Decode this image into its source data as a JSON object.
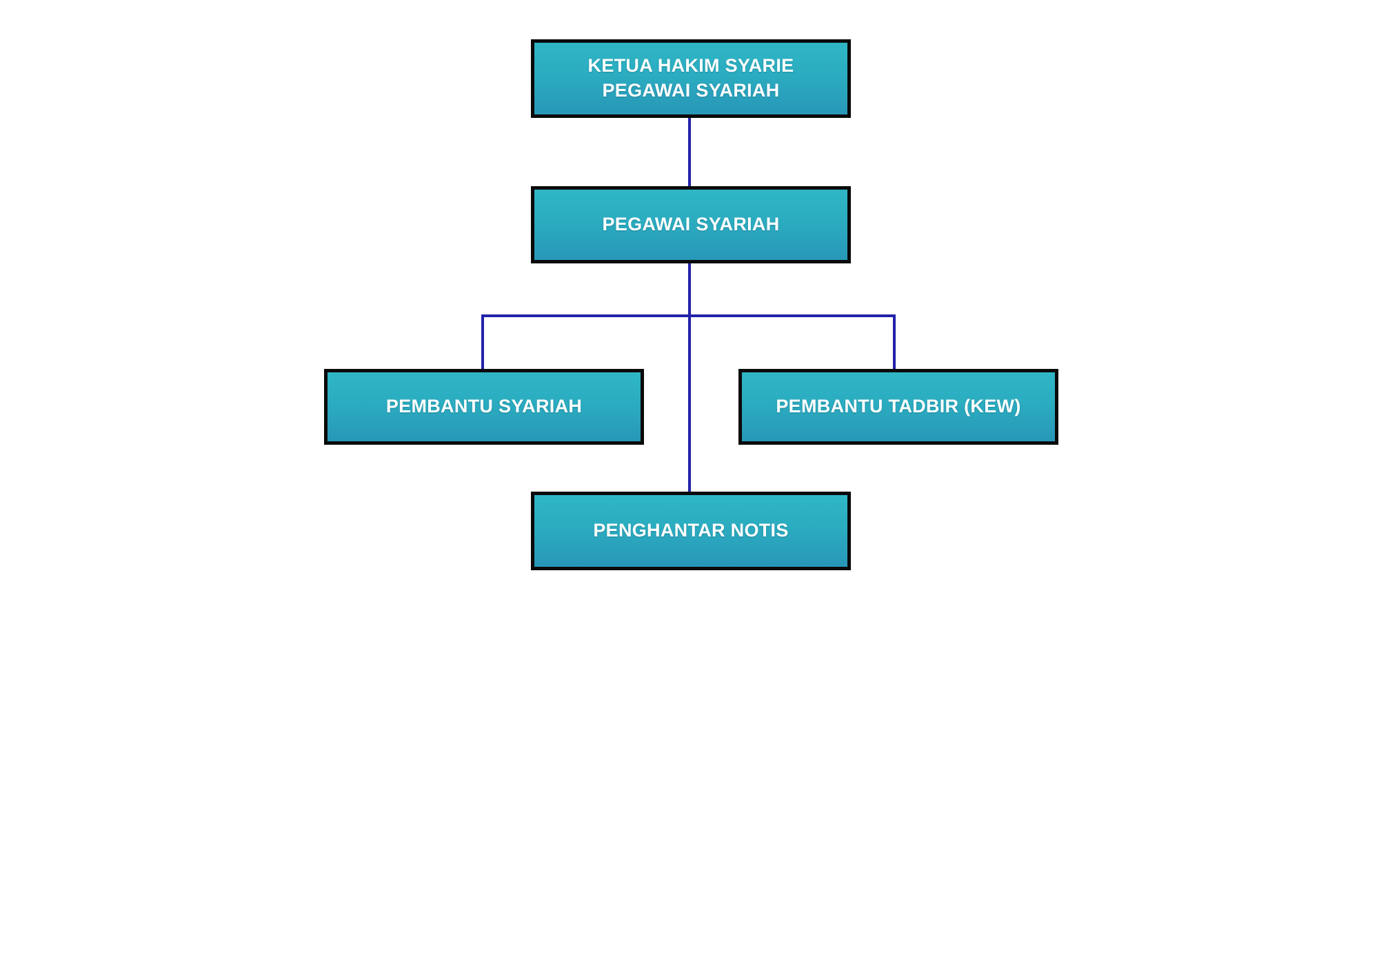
{
  "diagram": {
    "type": "org-chart",
    "background_color": "#ffffff",
    "connector_color": "#2222a8",
    "node_fill_gradient_top": "#2fb6c6",
    "node_fill_gradient_bottom": "#2897b8",
    "node_border_color": "#0a0a0a",
    "node_text_color": "#ffffff",
    "nodes": {
      "root": {
        "label": "KETUA HAKIM SYARIE\nPEGAWAI SYARIAH"
      },
      "level2": {
        "label": "PEGAWAI SYARIAH"
      },
      "left": {
        "label": "PEMBANTU SYARIAH"
      },
      "right": {
        "label": "PEMBANTU TADBIR (KEW)"
      },
      "bottom": {
        "label": "PENGHANTAR NOTIS"
      }
    }
  }
}
